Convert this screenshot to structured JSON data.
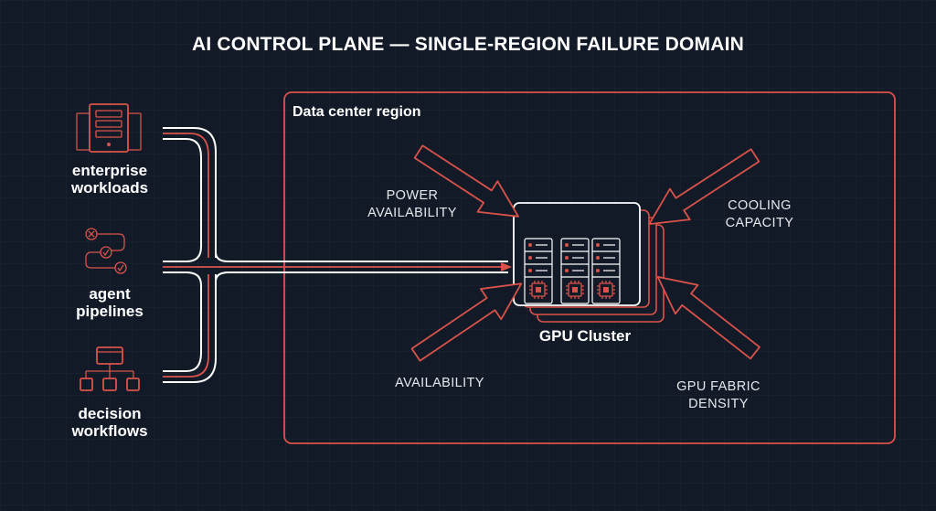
{
  "title": "AI CONTROL PLANE — SINGLE-REGION FAILURE DOMAIN",
  "region": {
    "label": "Data center region"
  },
  "sources": [
    {
      "line1": "enterprise",
      "line2": "workloads",
      "icon": "server-rack-icon"
    },
    {
      "line1": "agent",
      "line2": "pipelines",
      "icon": "agent-flow-icon"
    },
    {
      "line1": "decision",
      "line2": "workflows",
      "icon": "hierarchy-icon"
    }
  ],
  "cluster": {
    "label": "GPU Cluster",
    "icon": "gpu-servers-icon"
  },
  "factors": {
    "power": {
      "line1": "POWER",
      "line2": "AVAILABILITY"
    },
    "cooling": {
      "line1": "COOLING",
      "line2": "CAPACITY"
    },
    "availability": {
      "line1": "AVAILABILITY"
    },
    "fabric": {
      "line1": "GPU FABRIC",
      "line2": "DENSITY"
    }
  },
  "colors": {
    "background": "#121a28",
    "accent": "#d9534a",
    "text": "#ffffff"
  }
}
